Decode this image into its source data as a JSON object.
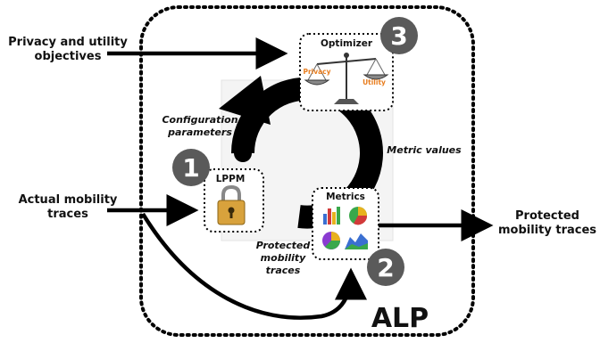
{
  "inputs": {
    "objectives_line1": "Privacy and utility",
    "objectives_line2": "objectives",
    "actual_line1": "Actual mobility",
    "actual_line2": "traces"
  },
  "output": {
    "line1": "Protected",
    "line2": "mobility traces"
  },
  "loop": {
    "config_line1": "Configuration",
    "config_line2": "parameters",
    "metric_values": "Metric values",
    "protected_line1": "Protected",
    "protected_line2": "mobility",
    "protected_line3": "traces"
  },
  "boxes": {
    "optimizer": {
      "title": "Optimizer",
      "number": "3",
      "scale_left": "Privacy",
      "scale_right": "Utility"
    },
    "lppm": {
      "title": "LPPM",
      "number": "1"
    },
    "metrics": {
      "title": "Metrics",
      "number": "2"
    }
  },
  "system_label": "ALP",
  "colors": {
    "badge": "#5a5a5a",
    "accent_orange": "#e87d1e",
    "lock_gold": "#d8a23c",
    "loop_arrow": "#000000"
  },
  "icons": {
    "optimizer": "balance-scale-icon",
    "lppm": "padlock-icon",
    "metrics": "charts-icon"
  }
}
